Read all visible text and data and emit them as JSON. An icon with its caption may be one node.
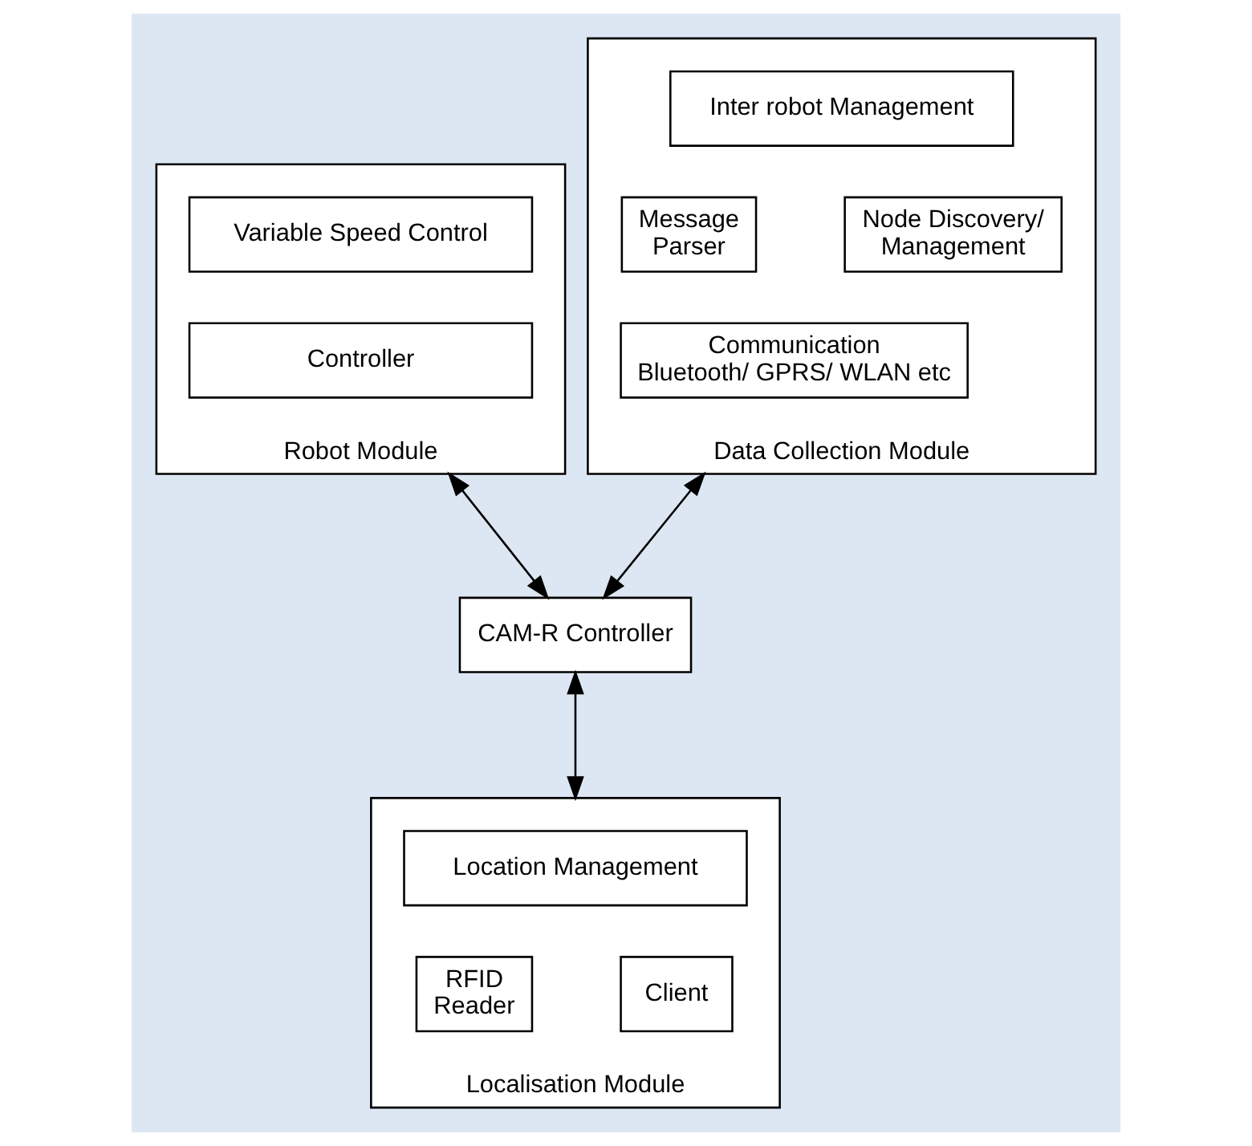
{
  "diagram": {
    "nodes": [
      {
        "text": [
          "Robot Module"
        ]
      },
      {
        "text": [
          "Variable Speed Control"
        ],
        "in": 0
      },
      {
        "text": [
          "Controller"
        ],
        "in": 0
      },
      {
        "text": [
          "Data Collection Module"
        ]
      },
      {
        "text": [
          "Inter robot Management"
        ],
        "in": 3
      },
      {
        "text": [
          "Message Parser"
        ],
        "in": 3
      },
      {
        "text": [
          "Node Discovery/ Management"
        ],
        "in": 3
      },
      {
        "text": [
          "Communication Bluetooth/ GPRS/ WLAN etc"
        ],
        "in": 3
      },
      {
        "text": [
          "CAM-R Controller"
        ]
      },
      {
        "text": [
          "Localisation Module"
        ]
      },
      {
        "text": [
          "Location Management"
        ],
        "in": 9
      },
      {
        "text": [
          "RFID Reader"
        ],
        "in": 9
      },
      {
        "text": [
          "Client"
        ],
        "in": 9
      }
    ],
    "edges": [
      {
        "from": 0,
        "to": 8,
        "arrow": "both"
      },
      {
        "from": 3,
        "to": 8,
        "arrow": "both"
      },
      {
        "from": 8,
        "to": 9,
        "arrow": "both"
      }
    ]
  }
}
